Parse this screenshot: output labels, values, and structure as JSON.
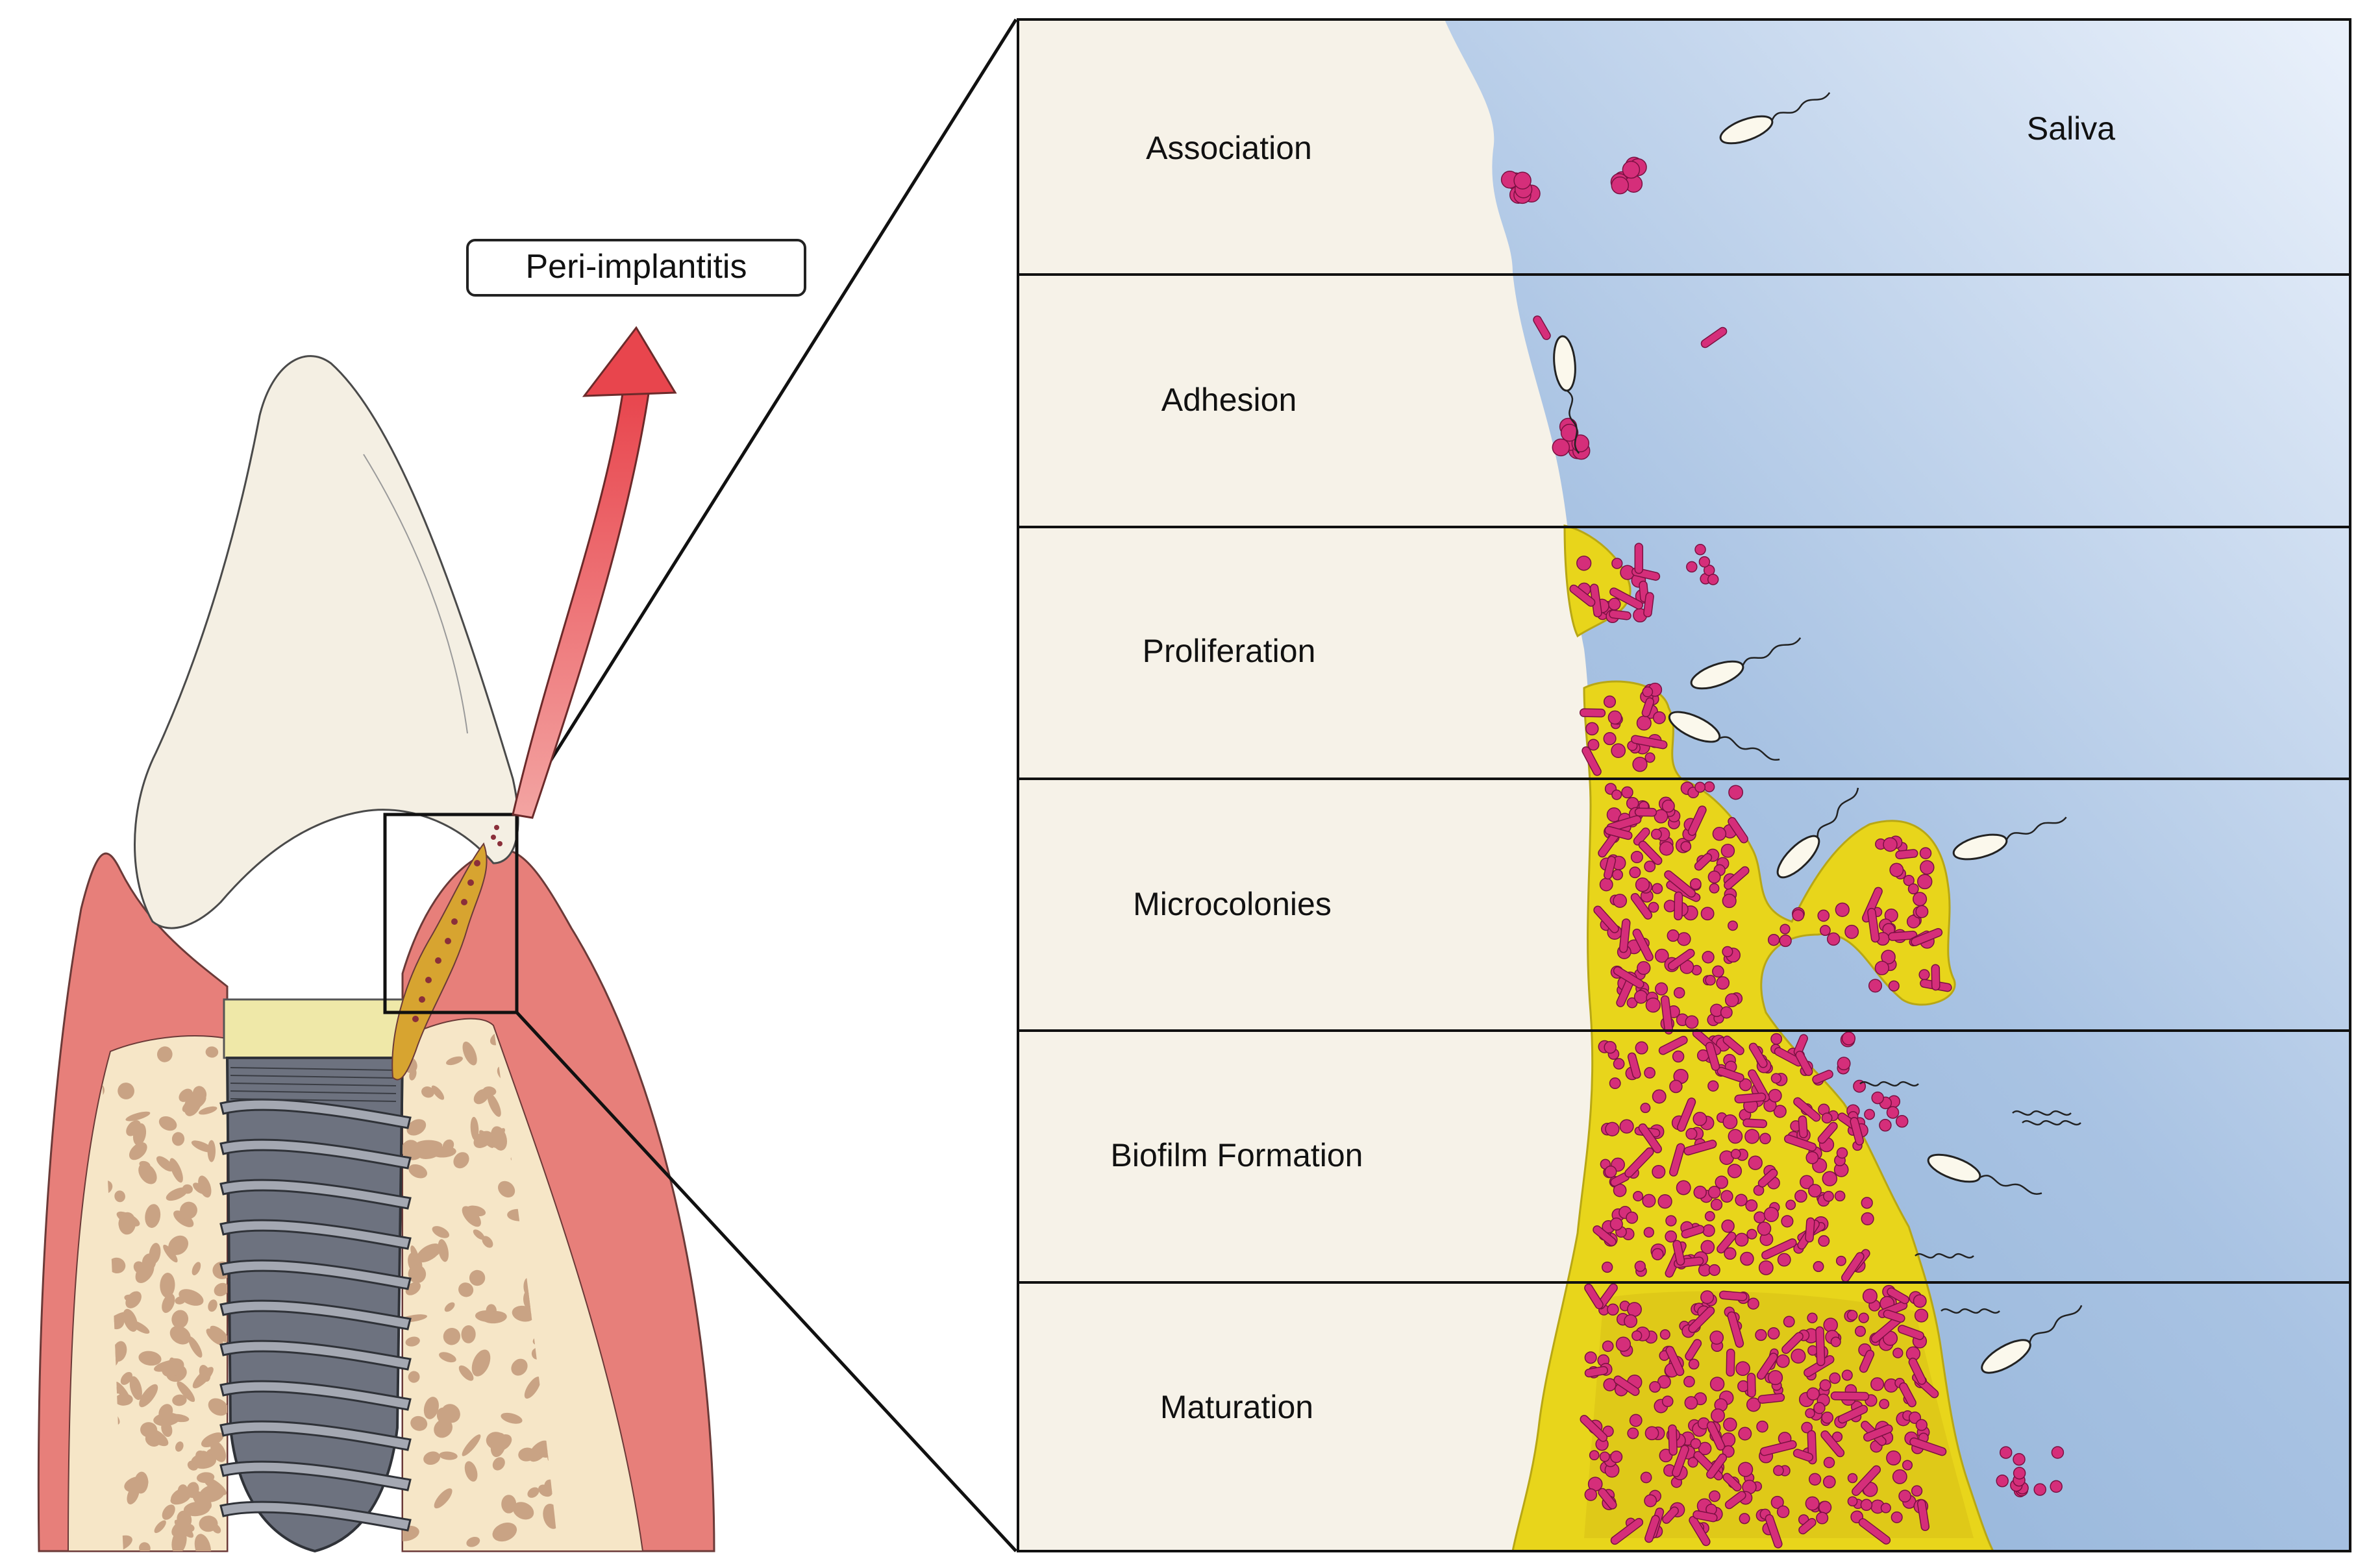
{
  "figure": {
    "callout_label": "Peri-implantitis",
    "saliva_label": "Saliva",
    "stages": [
      {
        "id": "association",
        "label": "Association"
      },
      {
        "id": "adhesion",
        "label": "Adhesion"
      },
      {
        "id": "proliferation",
        "label": "Proliferation"
      },
      {
        "id": "microcolonies",
        "label": "Microcolonies"
      },
      {
        "id": "biofilm-formation",
        "label": "Biofilm Formation"
      },
      {
        "id": "maturation",
        "label": "Maturation"
      }
    ]
  },
  "colors": {
    "gingiva": "#e77f7a",
    "gingiva_light": "#f4b3ac",
    "bone": "#f6e6c7",
    "bone_pores": "#c9a384",
    "crown": "#f4efe3",
    "abutment": "#efe8a8",
    "implant": "#6d727f",
    "arrow": "#ea4c53",
    "biofilm": "#e8d51b",
    "bacteria": "#d52e7a",
    "surface": "#f6f2e8",
    "saliva_dark": "#9bb9da",
    "saliva_light": "#e6eefa"
  }
}
